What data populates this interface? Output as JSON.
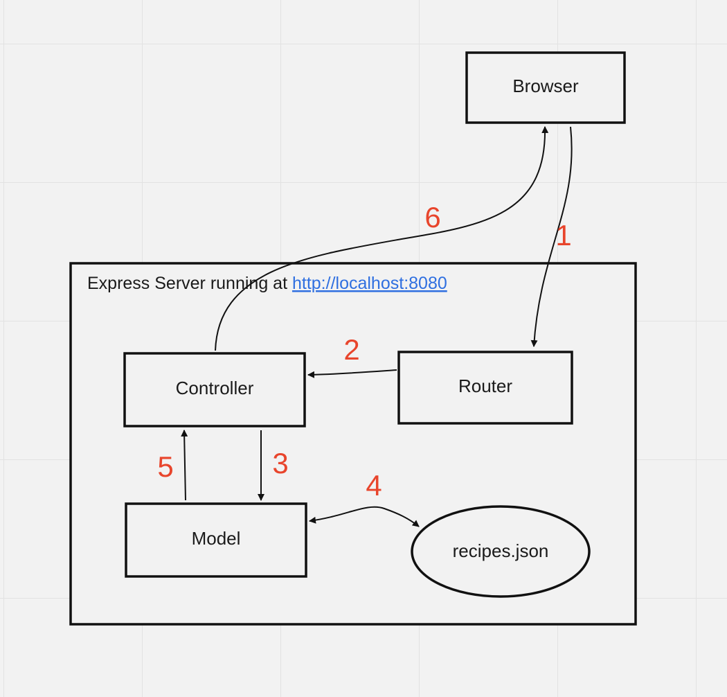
{
  "colors": {
    "background": "#f2f2f2",
    "grid": "#e2e2e2",
    "stroke": "#111111",
    "step_number": "#e8452c",
    "link": "#2f6fe0"
  },
  "server": {
    "title_prefix": "Express Server running at ",
    "url": "http://localhost:8080"
  },
  "nodes": {
    "browser": "Browser",
    "controller": "Controller",
    "router": "Router",
    "model": "Model",
    "recipes": "recipes.json"
  },
  "steps": {
    "browser_to_router": "1",
    "router_to_controller": "2",
    "controller_to_model": "3",
    "model_recipes": "4",
    "model_to_controller": "5",
    "controller_to_browser": "6"
  }
}
